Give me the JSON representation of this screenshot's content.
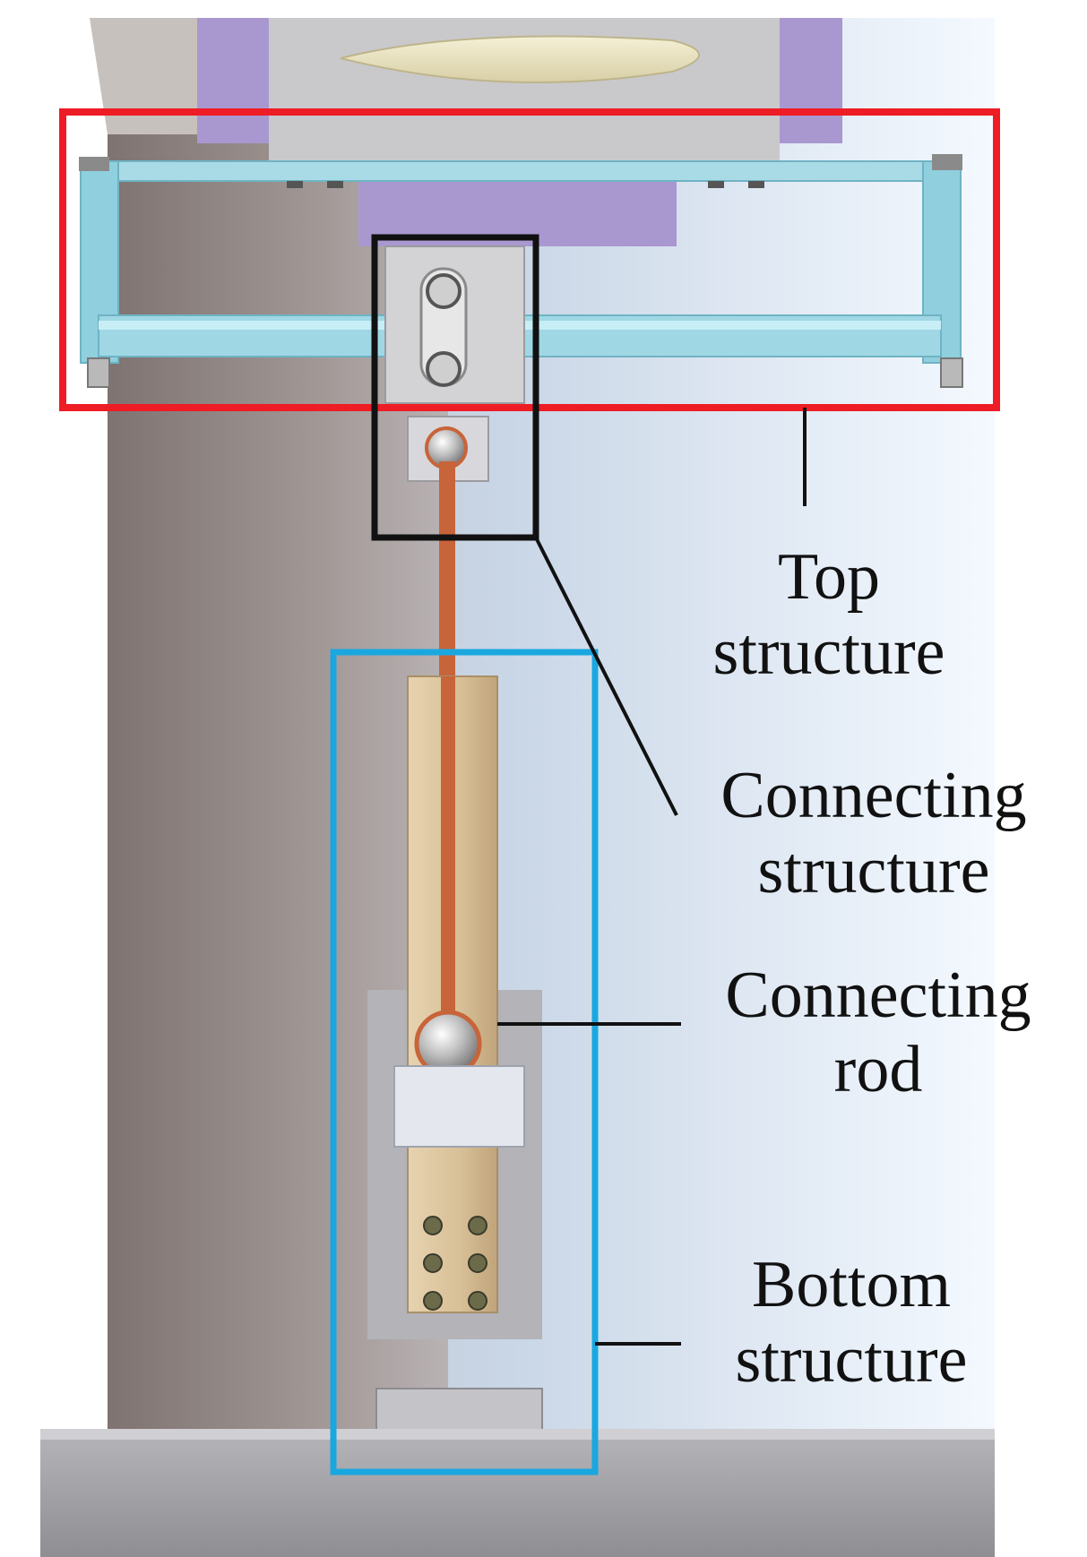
{
  "labels": {
    "top_structure": {
      "line1": "Top",
      "line2": "structure"
    },
    "connecting_structure": {
      "line1": "Connecting",
      "line2": "structure"
    },
    "connecting_rod": {
      "line1": "Connecting",
      "line2": "rod"
    },
    "bottom_structure": {
      "line1": "Bottom",
      "line2": "structure"
    }
  },
  "colors": {
    "top_box": "#ee1c24",
    "connecting_box": "#111111",
    "bottom_box": "#1aa7e0",
    "rod": "#c8643a",
    "frame": "#9ed3e0",
    "wall": "#8f8582",
    "backdrop": "#c9dff5",
    "base": "#9a9a9e",
    "plate": "#d9c3a0",
    "fixture": "#a998cf"
  }
}
